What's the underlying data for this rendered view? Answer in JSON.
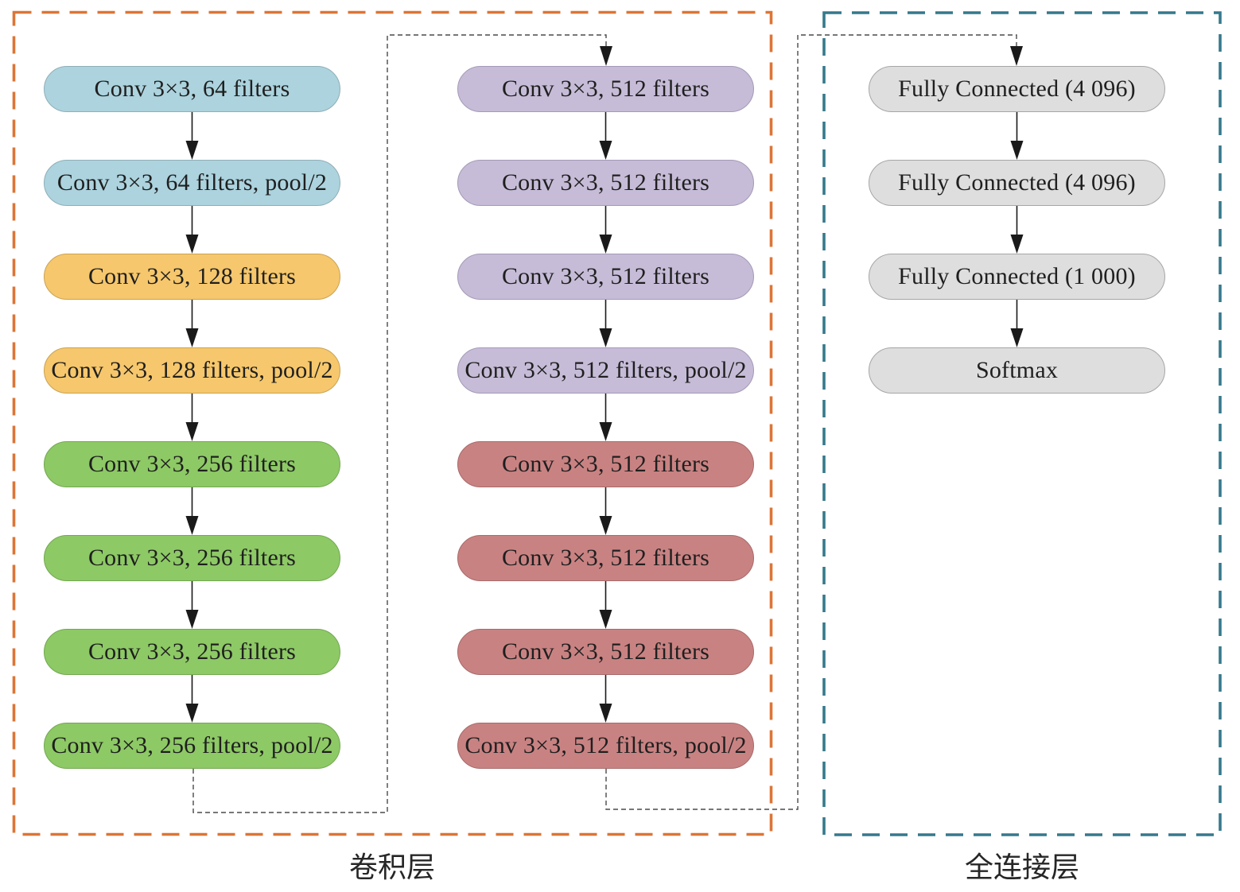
{
  "diagram": {
    "groups": [
      {
        "id": "conv",
        "label": "卷积层",
        "border_color": "#DD7536"
      },
      {
        "id": "fc",
        "label": "全连接层",
        "border_color": "#35798C"
      }
    ],
    "palette": {
      "blue": {
        "fill": "#ACD3DE",
        "border": "#8FAEB8"
      },
      "yellow": {
        "fill": "#F6C76C",
        "border": "#C9A355"
      },
      "green": {
        "fill": "#8DC965",
        "border": "#73A851"
      },
      "purple": {
        "fill": "#C6BCD7",
        "border": "#A49AB6"
      },
      "red": {
        "fill": "#C98282",
        "border": "#A86A6A"
      },
      "gray": {
        "fill": "#DEDEDE",
        "border": "#A6A6A6"
      }
    },
    "arrow_color": "#1A1A1A",
    "connector_color": "#4A4A4A",
    "columns": [
      {
        "id": "conv-col-1",
        "boxes": [
          {
            "label": "Conv 3×3, 64 filters",
            "color": "blue"
          },
          {
            "label": "Conv 3×3, 64 filters, pool/2",
            "color": "blue"
          },
          {
            "label": "Conv 3×3, 128 filters",
            "color": "yellow"
          },
          {
            "label": "Conv 3×3, 128 filters, pool/2",
            "color": "yellow"
          },
          {
            "label": "Conv 3×3, 256 filters",
            "color": "green"
          },
          {
            "label": "Conv 3×3, 256 filters",
            "color": "green"
          },
          {
            "label": "Conv 3×3, 256 filters",
            "color": "green"
          },
          {
            "label": "Conv 3×3, 256 filters, pool/2",
            "color": "green"
          }
        ]
      },
      {
        "id": "conv-col-2",
        "boxes": [
          {
            "label": "Conv 3×3, 512 filters",
            "color": "purple"
          },
          {
            "label": "Conv 3×3, 512 filters",
            "color": "purple"
          },
          {
            "label": "Conv 3×3, 512 filters",
            "color": "purple"
          },
          {
            "label": "Conv 3×3, 512 filters, pool/2",
            "color": "purple"
          },
          {
            "label": "Conv 3×3, 512 filters",
            "color": "red"
          },
          {
            "label": "Conv 3×3, 512 filters",
            "color": "red"
          },
          {
            "label": "Conv 3×3, 512 filters",
            "color": "red"
          },
          {
            "label": "Conv 3×3, 512 filters, pool/2",
            "color": "red"
          }
        ]
      },
      {
        "id": "fc-col",
        "boxes": [
          {
            "label": "Fully Connected (4 096)",
            "color": "gray"
          },
          {
            "label": "Fully Connected (4 096)",
            "color": "gray"
          },
          {
            "label": "Fully Connected (1 000)",
            "color": "gray"
          },
          {
            "label": "Softmax",
            "color": "gray"
          }
        ]
      }
    ]
  }
}
